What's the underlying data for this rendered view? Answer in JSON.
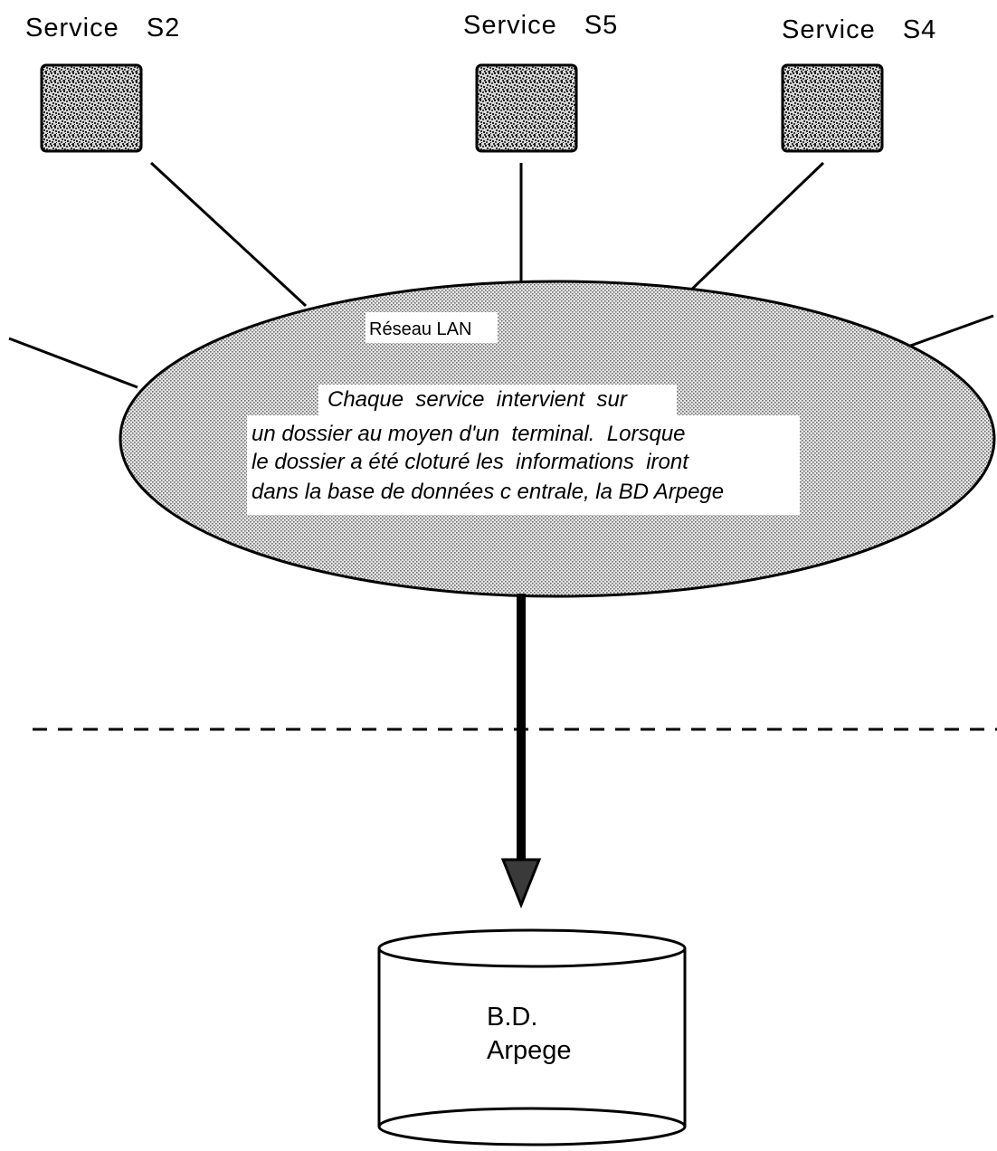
{
  "services": [
    {
      "id": "s2",
      "label": "Service  S2"
    },
    {
      "id": "s5",
      "label": "Service  S5"
    },
    {
      "id": "s4",
      "label": "Service  S4"
    }
  ],
  "network": {
    "label": "Réseau LAN",
    "description_lines": [
      "Chaque  service  intervient  sur",
      "un dossier au moyen d'un  terminal.  Lorsque",
      "le dossier a été cloturé les  informations  iront",
      "dans la base de données c entrale, la BD Arpege"
    ]
  },
  "database": {
    "label_lines": [
      "B.D.",
      "Arpege"
    ]
  },
  "colors": {
    "stroke": "#000000",
    "fill_stipple": "#c8c8c8",
    "text_box": "#ffffff"
  }
}
